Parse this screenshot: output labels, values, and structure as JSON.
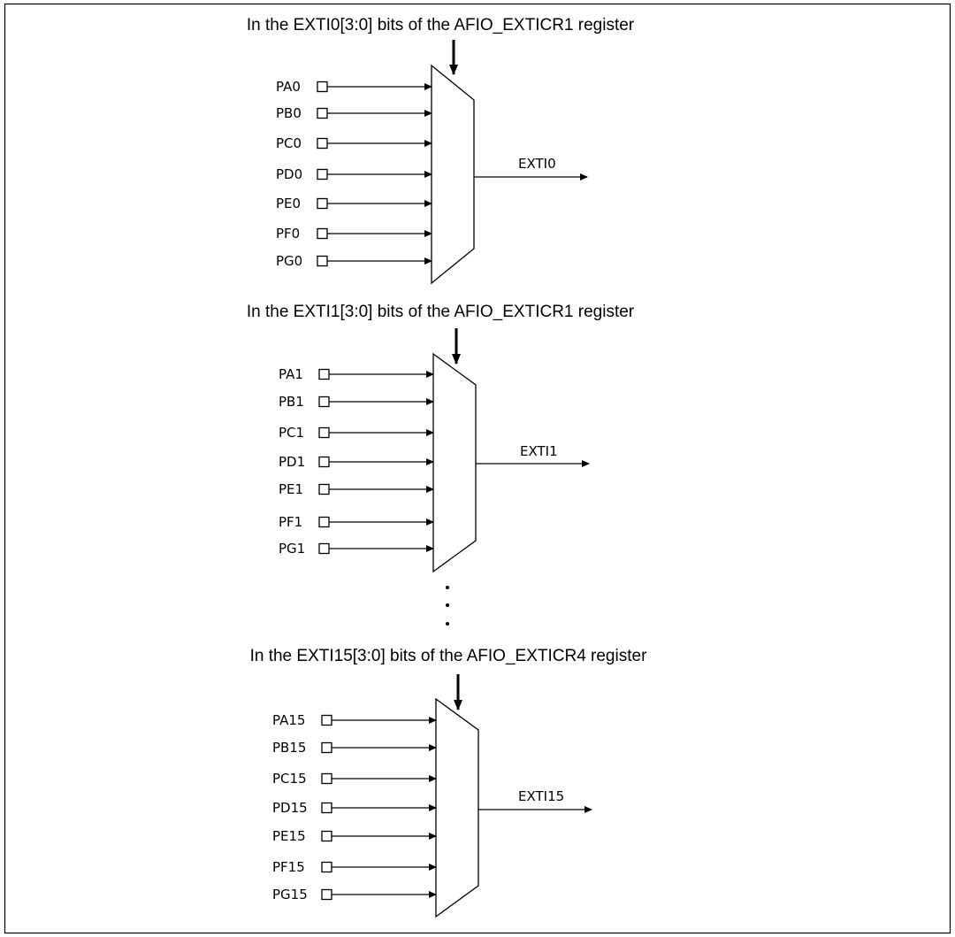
{
  "diagram": {
    "blocks": [
      {
        "title": "In the EXTI0[3:0] bits of the AFIO_EXTICR1 register",
        "inputs": [
          "PA0",
          "PB0",
          "PC0",
          "PD0",
          "PE0",
          "PF0",
          "PG0"
        ],
        "output": "EXTI0"
      },
      {
        "title": "In the EXTI1[3:0] bits of the AFIO_EXTICR1 register",
        "inputs": [
          "PA1",
          "PB1",
          "PC1",
          "PD1",
          "PE1",
          "PF1",
          "PG1"
        ],
        "output": "EXTI1"
      },
      {
        "title": "In the EXTI15[3:0] bits of the AFIO_EXTICR4 register",
        "inputs": [
          "PA15",
          "PB15",
          "PC15",
          "PD15",
          "PE15",
          "PF15",
          "PG15"
        ],
        "output": "EXTI15"
      }
    ]
  }
}
